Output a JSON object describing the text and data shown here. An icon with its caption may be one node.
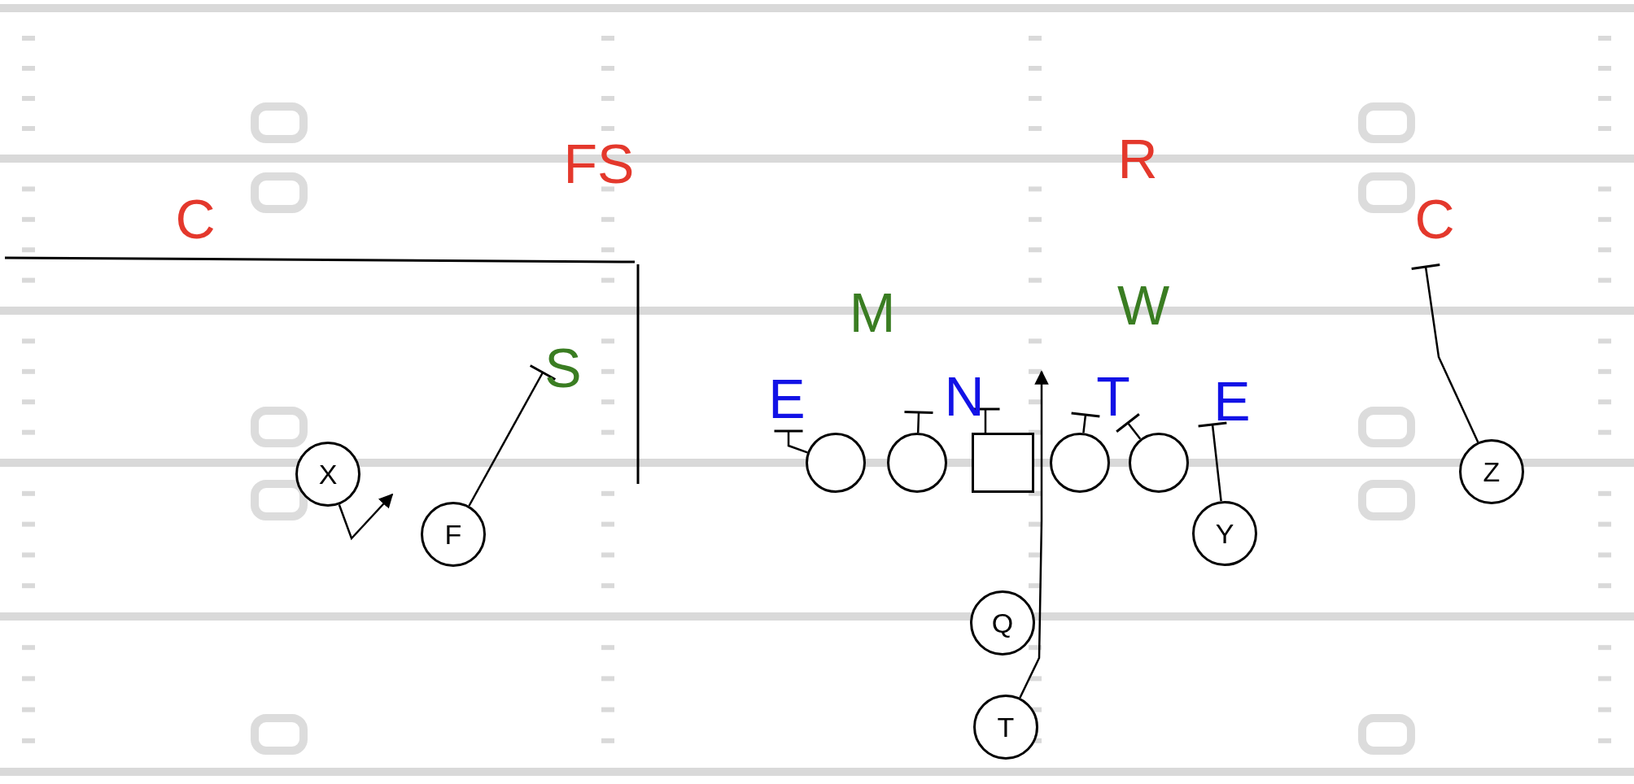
{
  "diagram": {
    "nodes": [
      {
        "text": [
          "FS"
        ]
      },
      {
        "text": [
          "R"
        ]
      },
      {
        "text": [
          "C"
        ]
      },
      {
        "text": [
          "C"
        ]
      },
      {
        "text": [
          "M"
        ]
      },
      {
        "text": [
          "W"
        ]
      },
      {
        "text": [
          "S"
        ]
      },
      {
        "text": [
          "E"
        ]
      },
      {
        "text": [
          "N"
        ]
      },
      {
        "text": [
          "T"
        ]
      },
      {
        "text": [
          "E"
        ]
      },
      {
        "text": [
          "X"
        ]
      },
      {
        "text": [],
        "shape": "circle"
      },
      {
        "text": [],
        "shape": "circle"
      },
      {
        "text": [],
        "shape": "box"
      },
      {
        "text": [],
        "shape": "circle"
      },
      {
        "text": [],
        "shape": "circle"
      },
      {
        "text": [
          "Z"
        ]
      },
      {
        "text": [
          "F"
        ]
      },
      {
        "text": [
          "Y"
        ]
      },
      {
        "text": [
          "Q"
        ]
      },
      {
        "text": [
          "T"
        ]
      }
    ],
    "edges": [
      {
        "from": 11,
        "to": null,
        "arrow": "to"
      },
      {
        "from": 12,
        "to": 7,
        "arrow": "other"
      },
      {
        "from": 13,
        "to": 8,
        "arrow": "other"
      },
      {
        "from": 14,
        "to": 8,
        "arrow": "other"
      },
      {
        "from": 15,
        "to": 9,
        "arrow": "other"
      },
      {
        "from": 16,
        "to": 9,
        "arrow": "other"
      },
      {
        "from": 17,
        "to": 3,
        "arrow": "other"
      },
      {
        "from": 18,
        "to": 6,
        "arrow": "other"
      },
      {
        "from": 19,
        "to": 10,
        "arrow": "other"
      },
      {
        "from": 21,
        "to": 8,
        "arrow": "to"
      }
    ]
  }
}
